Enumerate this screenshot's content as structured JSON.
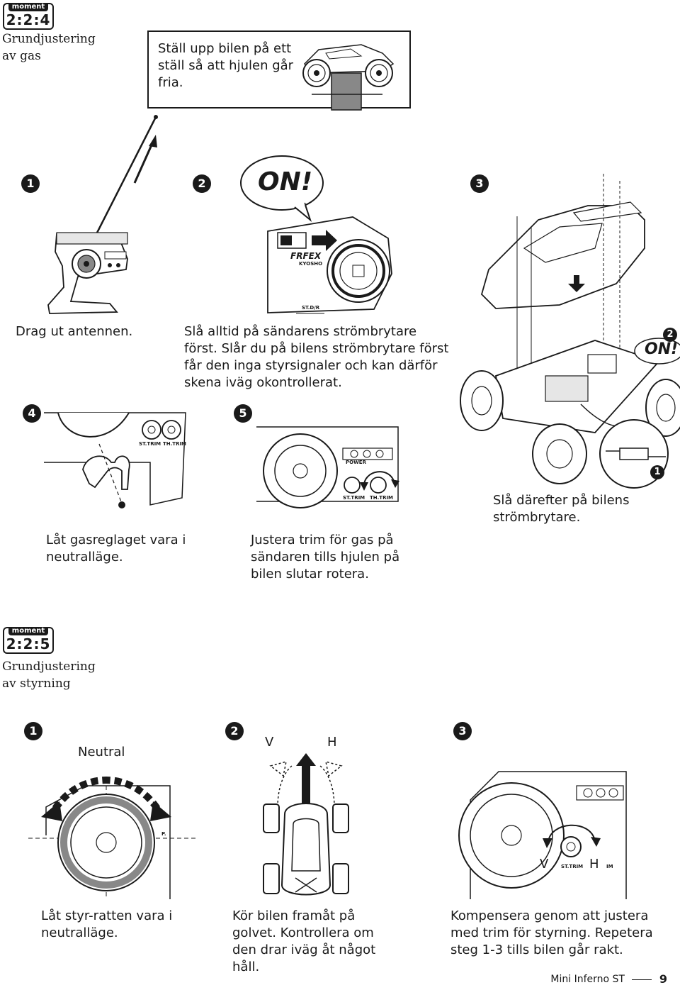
{
  "section1": {
    "moment_label": "moment",
    "moment_number": "2:2:4",
    "title": "Grundjustering av gas",
    "intro_text": "Ställ upp bilen på ett ställ så att hjulen går fria.",
    "steps": [
      {
        "num": "1",
        "text": "Drag ut antennen."
      },
      {
        "num": "2",
        "text": "Slå alltid på sändarens strömbrytare först. Slår du på bilens strömbrytare först får den inga styrsignaler och kan därför skena iväg okontrollerat.",
        "callout": "ON!"
      },
      {
        "num": "3",
        "text": "Slå därefter på bilens strömbrytare.",
        "callout": "ON!"
      },
      {
        "num": "4",
        "text": "Låt gasreglaget vara i neutralläge."
      },
      {
        "num": "5",
        "text": "Justera trim för gas på sändaren tills hjulen på bilen slutar rotera."
      }
    ],
    "sub_markers": [
      "2",
      "1"
    ],
    "tx_labels": {
      "st_trim": "ST.TRIM",
      "th_trim": "TH.TRIM",
      "power": "POWER",
      "st_dr": "ST.D/R"
    },
    "brand": {
      "frfex": "FRFEX",
      "kyosho": "KYOSHO"
    }
  },
  "section2": {
    "moment_label": "moment",
    "moment_number": "2:2:5",
    "title": "Grundjustering av styrning",
    "steps": [
      {
        "num": "1",
        "label": "Neutral",
        "text": "Låt styr-ratten vara i neutralläge."
      },
      {
        "num": "2",
        "label_left": "V",
        "label_right": "H",
        "text": "Kör bilen framåt på golvet. Kontrollera om den drar iväg åt något håll."
      },
      {
        "num": "3",
        "label_left": "V",
        "label_right": "H",
        "text": "Kompensera genom att justera med trim för styrning. Repetera steg 1-3 tills bilen går rakt."
      }
    ],
    "tx_labels": {
      "st_trim": "ST.TRIM",
      "im": "IM",
      "p": "P."
    }
  },
  "footer": {
    "product": "Mini Inferno ST",
    "page": "9"
  }
}
